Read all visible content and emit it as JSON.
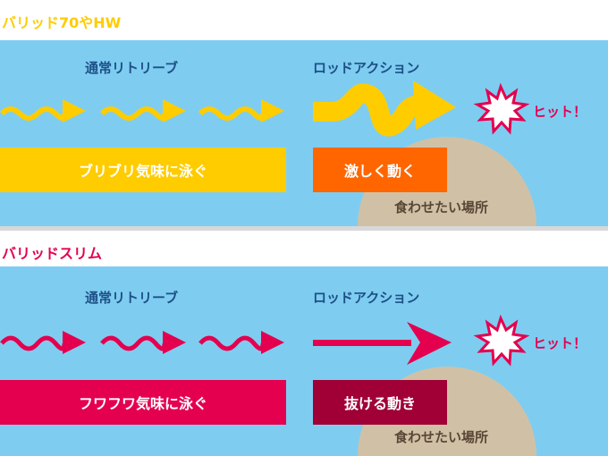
{
  "sections": [
    {
      "title": "バリッド70やHW",
      "title_color": "#ffcc00",
      "retrieve_label": "通常リトリーブ",
      "retrieve_desc": "ブリブリ気味に泳ぐ",
      "retrieve_color": "#ffcc00",
      "action_label": "ロッドアクション",
      "action_desc": "激しく動く",
      "action_color": "#ff6600",
      "spot_label": "食わせたい場所",
      "hit_label": "ヒット！"
    },
    {
      "title": "バリッドスリム",
      "title_color": "#e4004f",
      "retrieve_label": "通常リトリーブ",
      "retrieve_desc": "フワフワ気味に泳ぐ",
      "retrieve_color": "#e4004f",
      "action_label": "ロッドアクション",
      "action_desc": "抜ける動き",
      "action_color": "#a00035",
      "spot_label": "食わせたい場所",
      "hit_label": "ヒット！"
    }
  ],
  "colors": {
    "water": "#7ecdf1",
    "spot": "#d0c1a6",
    "hit": "#e4004f",
    "label": "#1d4f86"
  }
}
